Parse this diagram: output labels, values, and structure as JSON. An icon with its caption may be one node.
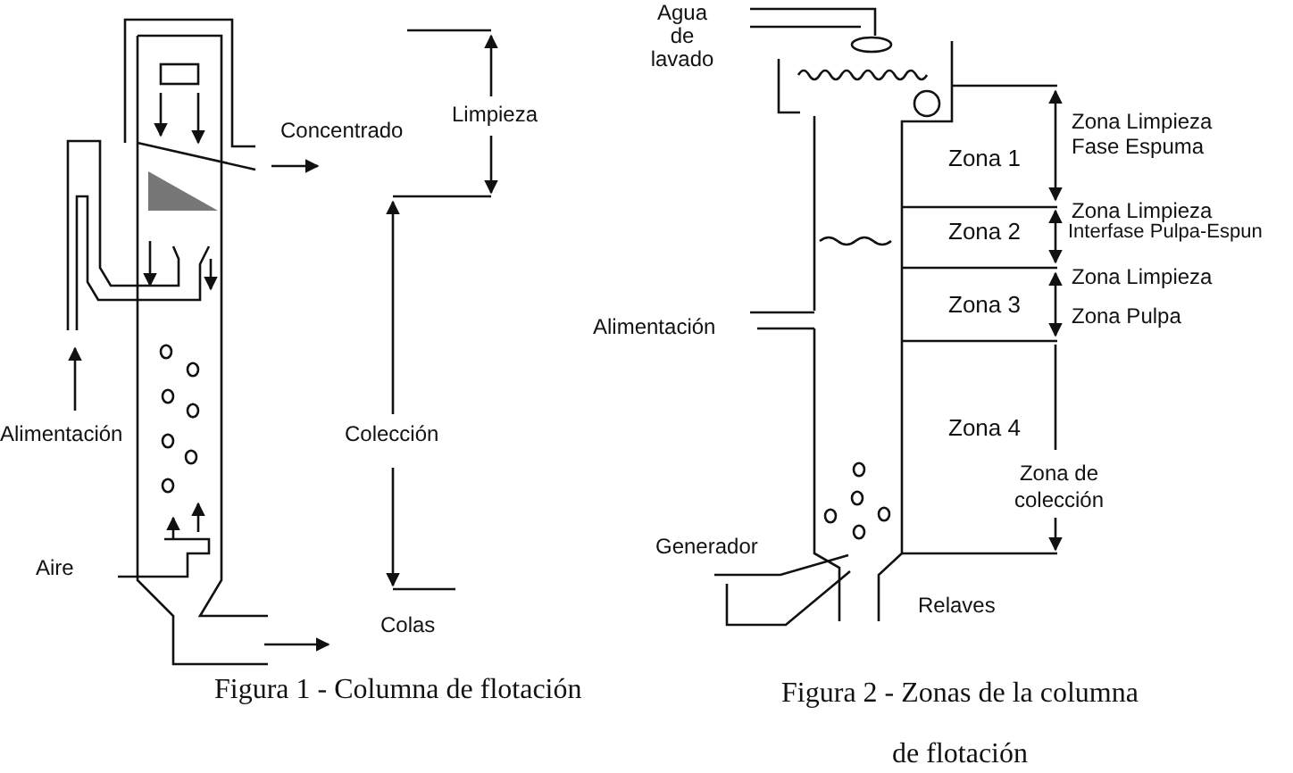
{
  "diagram": {
    "labels": [
      "Concentrado",
      "Limpieza",
      "Alimentación",
      "Colección",
      "Aire",
      "Colas",
      "Figura 1 - Columna de flotación",
      "Agua de lavado",
      "Zona 1",
      "Zona Limpieza",
      "Fase Espuma",
      "Zona 2",
      "Zona Limpieza",
      "Interfase Pulpa-Espun",
      "Zona Limpieza",
      "Zona 3",
      "Zona Pulpa",
      "Alimentación",
      "Zona 4",
      "Zona de colección",
      "Generador",
      "Relaves",
      "Figura 2 - Zonas de la columna de flotación"
    ]
  }
}
